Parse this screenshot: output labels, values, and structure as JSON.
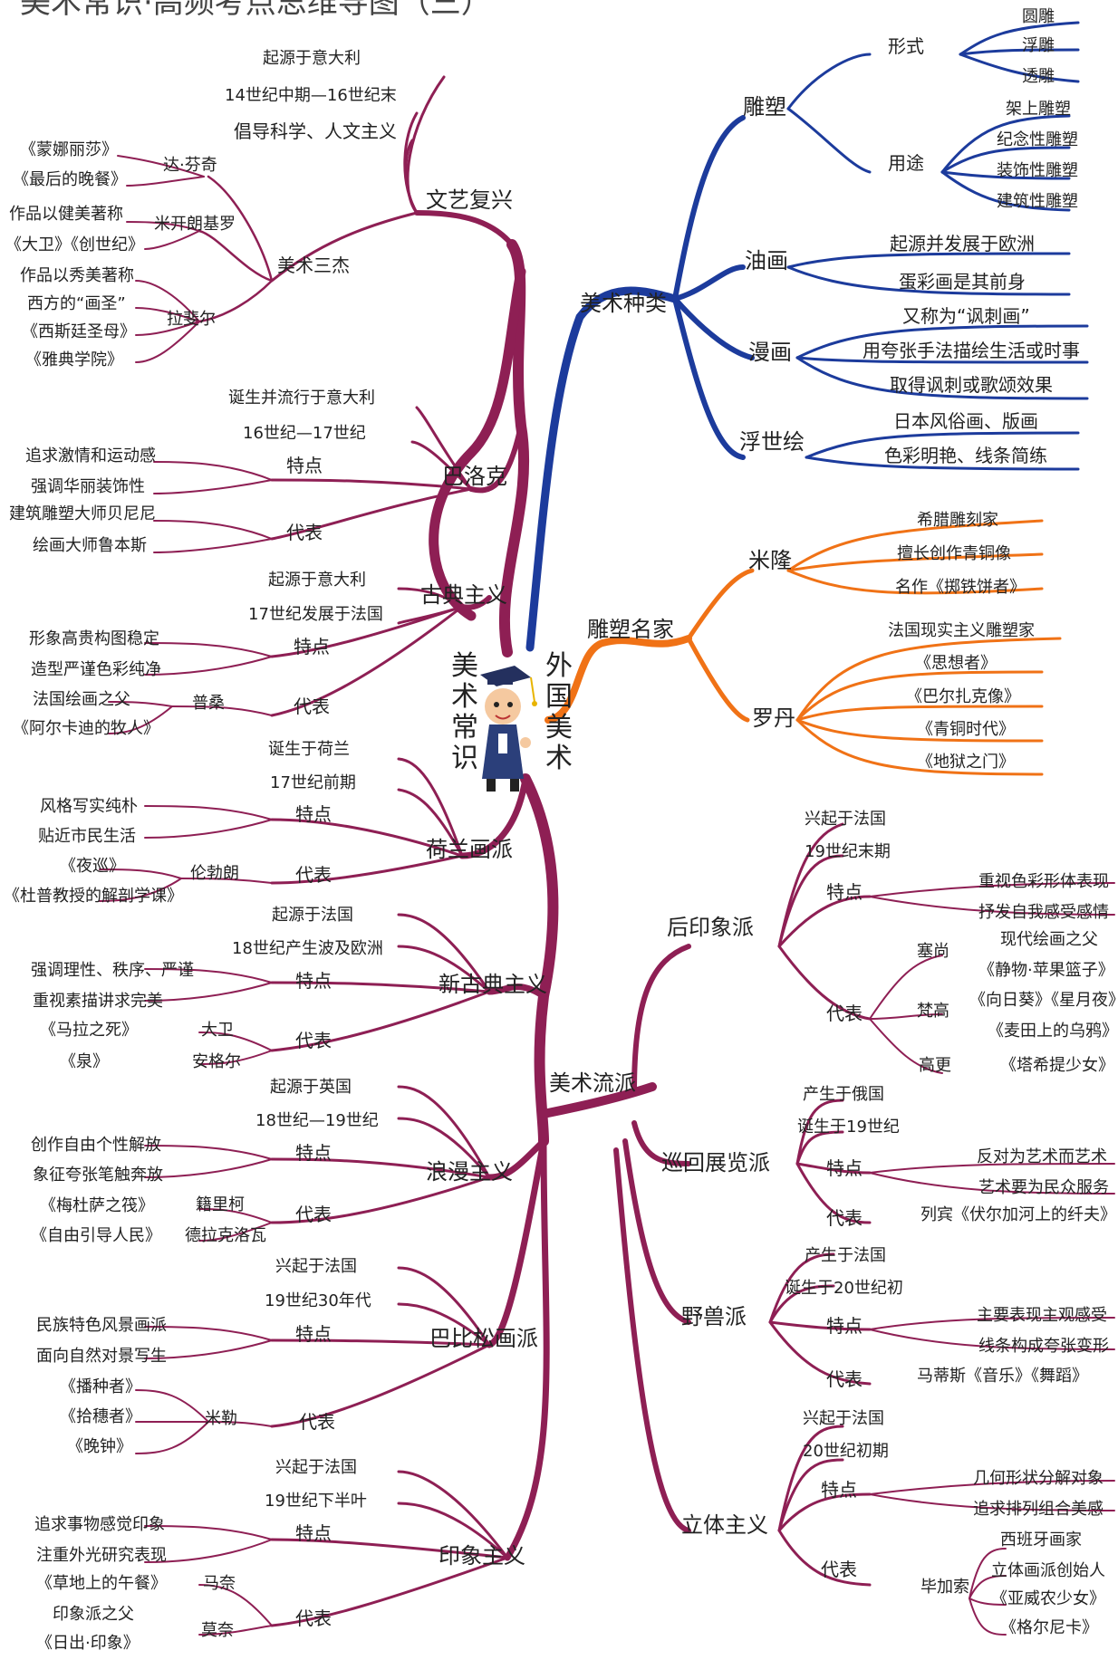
{
  "title": "美术常识·高频考点思维导图（三）",
  "center": {
    "left": "美术常识",
    "right": "外国美术"
  },
  "colors": {
    "maroon": "#8e1f54",
    "blue": "#1c3b9c",
    "orange": "#f07216"
  },
  "branches": {
    "renaissance": {
      "label": "文艺复兴",
      "facts": [
        "起源于意大利",
        "14世纪中期—16世纪末",
        "倡导科学、人文主义"
      ],
      "group": "美术三杰",
      "davinci": {
        "name": "达·芬奇",
        "works": [
          "《蒙娜丽莎》",
          "《最后的晚餐》"
        ]
      },
      "michelangelo": {
        "name": "米开朗基罗",
        "works": [
          "作品以健美著称",
          "《大卫》《创世纪》"
        ]
      },
      "raphael": {
        "name": "拉斐尔",
        "works": [
          "作品以秀美著称",
          "西方的“画圣”",
          "《西斯廷圣母》",
          "《雅典学院》"
        ]
      }
    },
    "baroque": {
      "label": "巴洛克",
      "facts": [
        "诞生并流行于意大利",
        "16世纪—17世纪"
      ],
      "feat_label": "特点",
      "feats": [
        "追求激情和运动感",
        "强调华丽装饰性"
      ],
      "rep_label": "代表",
      "reps": [
        "建筑雕塑大师贝尼尼",
        "绘画大师鲁本斯"
      ]
    },
    "classicism": {
      "label": "古典主义",
      "facts": [
        "起源于意大利",
        "17世纪发展于法国"
      ],
      "feat_label": "特点",
      "feats": [
        "形象高贵构图稳定",
        "造型严谨色彩纯净"
      ],
      "rep_label": "代表",
      "artist": "普桑",
      "works": [
        "法国绘画之父",
        "《阿尔卡迪的牧人》"
      ]
    },
    "dutch": {
      "label": "荷兰画派",
      "facts": [
        "诞生于荷兰",
        "17世纪前期"
      ],
      "feat_label": "特点",
      "feats": [
        "风格写实纯朴",
        "贴近市民生活"
      ],
      "rep_label": "代表",
      "artist": "伦勃朗",
      "works": [
        "《夜巡》",
        "《杜普教授的解剖学课》"
      ]
    },
    "neoclassicism": {
      "label": "新古典主义",
      "facts": [
        "起源于法国",
        "18世纪产生波及欧洲"
      ],
      "feat_label": "特点",
      "feats": [
        "强调理性、秩序、严谨",
        "重视素描讲求完美"
      ],
      "rep_label": "代表",
      "pairs": [
        {
          "work": "《马拉之死》",
          "artist": "大卫"
        },
        {
          "work": "《泉》",
          "artist": "安格尔"
        }
      ]
    },
    "romanticism": {
      "label": "浪漫主义",
      "facts": [
        "起源于英国",
        "18世纪—19世纪"
      ],
      "feat_label": "特点",
      "feats": [
        "创作自由个性解放",
        "象征夸张笔触奔放"
      ],
      "rep_label": "代表",
      "pairs": [
        {
          "work": "《梅杜萨之筏》",
          "artist": "籍里柯"
        },
        {
          "work": "《自由引导人民》",
          "artist": "德拉克洛瓦"
        }
      ]
    },
    "barbizon": {
      "label": "巴比松画派",
      "facts": [
        "兴起于法国",
        "19世纪30年代"
      ],
      "feat_label": "特点",
      "feats": [
        "民族特色风景画派",
        "面向自然对景写生"
      ],
      "rep_label": "代表",
      "artist": "米勒",
      "works": [
        "《播种者》",
        "《拾穗者》",
        "《晚钟》"
      ]
    },
    "impressionism": {
      "label": "印象主义",
      "facts": [
        "兴起于法国",
        "19世纪下半叶"
      ],
      "feat_label": "特点",
      "feats": [
        "追求事物感觉印象",
        "注重外光研究表现"
      ],
      "rep_label": "代表",
      "manet": {
        "name": "马奈",
        "works": [
          "《草地上的午餐》"
        ]
      },
      "monet": {
        "name": "莫奈",
        "works": [
          "印象派之父",
          "《日出·印象》"
        ]
      }
    },
    "kinds": {
      "label": "美术种类",
      "sculpture": {
        "label": "雕塑",
        "form_label": "形式",
        "forms": [
          "圆雕",
          "浮雕",
          "透雕"
        ],
        "use_label": "用途",
        "uses": [
          "架上雕塑",
          "纪念性雕塑",
          "装饰性雕塑",
          "建筑性雕塑"
        ]
      },
      "oil": {
        "label": "油画",
        "items": [
          "起源并发展于欧洲",
          "蛋彩画是其前身"
        ]
      },
      "comic": {
        "label": "漫画",
        "items": [
          "又称为“讽刺画”",
          "用夸张手法描绘生活或时事",
          "取得讽刺或歌颂效果"
        ]
      },
      "ukiyo": {
        "label": "浮世绘",
        "items": [
          "日本风俗画、版画",
          "色彩明艳、线条简练"
        ]
      }
    },
    "sculptors": {
      "label": "雕塑名家",
      "myron": {
        "name": "米隆",
        "items": [
          "希腊雕刻家",
          "擅长创作青铜像",
          "名作《掷铁饼者》"
        ]
      },
      "rodin": {
        "name": "罗丹",
        "items": [
          "法国现实主义雕塑家",
          "《思想者》",
          "《巴尔扎克像》",
          "《青铜时代》",
          "《地狱之门》"
        ]
      }
    },
    "schools": {
      "label": "美术流派",
      "post": {
        "label": "后印象派",
        "facts": [
          "兴起于法国",
          "19世纪末期"
        ],
        "feat_label": "特点",
        "feats": [
          "重视色彩形体表现",
          "抒发自我感受感情"
        ],
        "rep_label": "代表",
        "cezanne": {
          "name": "塞尚",
          "works": [
            "现代绘画之父",
            "《静物·苹果篮子》"
          ]
        },
        "vangogh": {
          "name": "梵高",
          "works": [
            "《向日葵》《星月夜》",
            "《麦田上的乌鸦》"
          ]
        },
        "gauguin": {
          "name": "高更",
          "works": [
            "《塔希提少女》"
          ]
        }
      },
      "wanderers": {
        "label": "巡回展览派",
        "facts": [
          "产生于俄国",
          "诞生于19世纪"
        ],
        "feat_label": "特点",
        "feats": [
          "反对为艺术而艺术",
          "艺术要为民众服务"
        ],
        "rep_label": "代表",
        "rep": "列宾《伏尔加河上的纤夫》"
      },
      "fauvism": {
        "label": "野兽派",
        "facts": [
          "产生于法国",
          "诞生于20世纪初"
        ],
        "feat_label": "特点",
        "feats": [
          "主要表现主观感受",
          "线条构成夸张变形"
        ],
        "rep_label": "代表",
        "rep": "马蒂斯《音乐》《舞蹈》"
      },
      "cubism": {
        "label": "立体主义",
        "facts": [
          "兴起于法国",
          "20世纪初期"
        ],
        "feat_label": "特点",
        "feats": [
          "几何形状分解对象",
          "追求排列组合美感"
        ],
        "rep_label": "代表",
        "artist": "毕加索",
        "works": [
          "西班牙画家",
          "立体画派创始人",
          "《亚威农少女》",
          "《格尔尼卡》"
        ]
      }
    }
  }
}
